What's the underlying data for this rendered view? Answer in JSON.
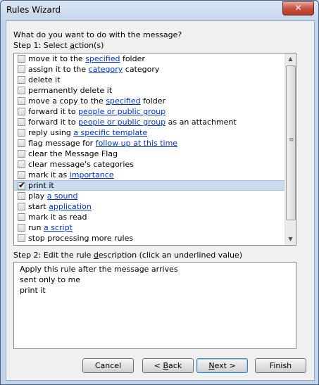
{
  "window": {
    "title": "Rules Wizard",
    "close_glyph": "✕"
  },
  "prompt": "What do you want to do with the message?",
  "step1": {
    "pre": "Step 1: Select ",
    "accel": "a",
    "post": "ction(s)"
  },
  "actions": [
    {
      "pre": "move it to the ",
      "link": "specified",
      "post": " folder",
      "checked": false
    },
    {
      "pre": "assign it to the ",
      "link": "category",
      "post": " category",
      "checked": false
    },
    {
      "pre": "delete it",
      "link": "",
      "post": "",
      "checked": false
    },
    {
      "pre": "permanently delete it",
      "link": "",
      "post": "",
      "checked": false
    },
    {
      "pre": "move a copy to the ",
      "link": "specified",
      "post": " folder",
      "checked": false
    },
    {
      "pre": "forward it to ",
      "link": "people or public group",
      "post": "",
      "checked": false
    },
    {
      "pre": "forward it to ",
      "link": "people or public group",
      "post": " as an attachment",
      "checked": false
    },
    {
      "pre": "reply using ",
      "link": "a specific template",
      "post": "",
      "checked": false
    },
    {
      "pre": "flag message for ",
      "link": "follow up at this time",
      "post": "",
      "checked": false
    },
    {
      "pre": "clear the Message Flag",
      "link": "",
      "post": "",
      "checked": false
    },
    {
      "pre": "clear message's categories",
      "link": "",
      "post": "",
      "checked": false
    },
    {
      "pre": "mark it as ",
      "link": "importance",
      "post": "",
      "checked": false
    },
    {
      "pre": "print it",
      "link": "",
      "post": "",
      "checked": true
    },
    {
      "pre": "play ",
      "link": "a sound",
      "post": "",
      "checked": false
    },
    {
      "pre": "start ",
      "link": "application",
      "post": "",
      "checked": false
    },
    {
      "pre": "mark it as read",
      "link": "",
      "post": "",
      "checked": false
    },
    {
      "pre": "run ",
      "link": "a script",
      "post": "",
      "checked": false
    },
    {
      "pre": "stop processing more rules",
      "link": "",
      "post": "",
      "checked": false
    }
  ],
  "selected_index": 12,
  "step2": {
    "pre": "Step 2: Edit the rule ",
    "accel": "d",
    "post": "escription (click an underlined value)"
  },
  "description_lines": [
    "Apply this rule after the message arrives",
    "sent only to me",
    "print it"
  ],
  "buttons": {
    "cancel": "Cancel",
    "back_pre": "< ",
    "back_accel": "B",
    "back_post": "ack",
    "next_accel": "N",
    "next_post": "ext >",
    "finish": "Finish"
  },
  "scrollbar": {
    "up": "▲",
    "down": "▼",
    "grip": "≡"
  }
}
